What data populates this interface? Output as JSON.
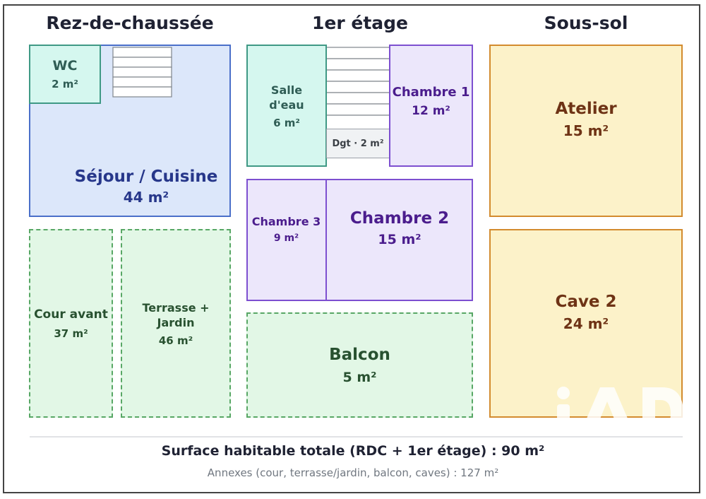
{
  "headers": {
    "rdc": "Rez-de-chaussée",
    "etage": "1er étage",
    "soussol": "Sous-sol"
  },
  "rooms": {
    "wc": {
      "name": "WC",
      "area": "2 m²"
    },
    "sejour": {
      "name": "Séjour / Cuisine",
      "area": "44 m²"
    },
    "cour": {
      "name": "Cour avant",
      "area": "37 m²"
    },
    "terrasse": {
      "name": "Terrasse +\nJardin",
      "area": "46 m²"
    },
    "salle_eau": {
      "name": "Salle\nd'eau",
      "area": "6 m²"
    },
    "dgt": {
      "label": "Dgt · 2 m²"
    },
    "chambre1": {
      "name": "Chambre 1",
      "area": "12 m²"
    },
    "chambre3": {
      "name": "Chambre 3",
      "area": "9 m²"
    },
    "chambre2": {
      "name": "Chambre 2",
      "area": "15 m²"
    },
    "balcon": {
      "name": "Balcon",
      "area": "5 m²"
    },
    "atelier": {
      "name": "Atelier",
      "area": "15 m²"
    },
    "cave2": {
      "name": "Cave 2",
      "area": "24 m²"
    }
  },
  "summary": {
    "total": "Surface habitable totale (RDC + 1er étage) : 90 m²",
    "annexes": "Annexes (cour, terrasse/jardin, balcon, caves) : 127 m²"
  },
  "colors": {
    "blue_fill": "#dce7fa",
    "teal_fill": "#d5f7ef",
    "purple_fill": "#ece7fb",
    "green_fill": "#e2f7e6",
    "sand_fill": "#fcf2c9"
  },
  "watermark_logo": "iAD"
}
